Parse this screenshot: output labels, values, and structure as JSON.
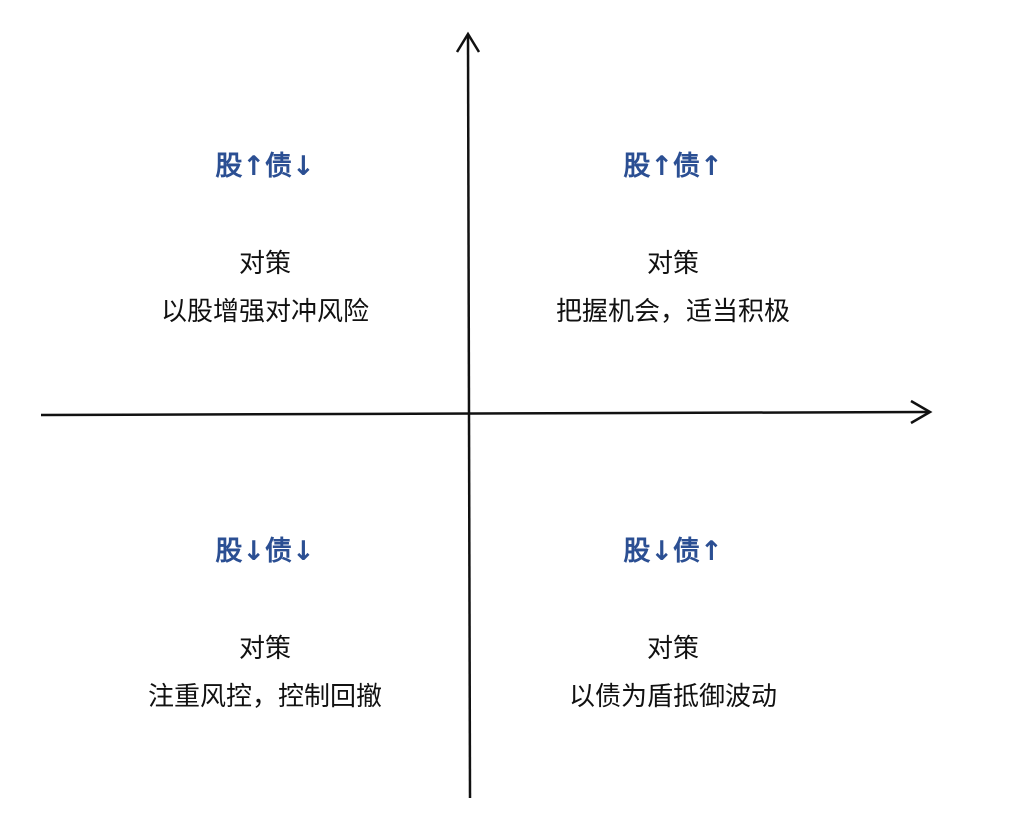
{
  "colors": {
    "title": "#2b4f93",
    "axis": "#111111",
    "text": "#111111"
  },
  "quadrants": {
    "top_left": {
      "title": "股↑债↓",
      "label": "对策",
      "strategy": "以股增强对冲风险"
    },
    "top_right": {
      "title": "股↑债↑",
      "label": "对策",
      "strategy": "把握机会，适当积极"
    },
    "bottom_left": {
      "title": "股↓债↓",
      "label": "对策",
      "strategy": "注重风控，控制回撤"
    },
    "bottom_right": {
      "title": "股↓债↑",
      "label": "对策",
      "strategy": "以债为盾抵御波动"
    }
  }
}
